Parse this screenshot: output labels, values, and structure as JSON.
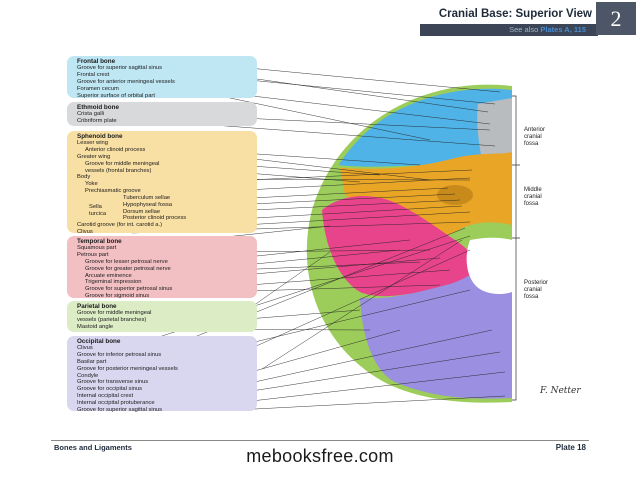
{
  "header": {
    "title": "Cranial Base: Superior View",
    "see_also_prefix": "See also",
    "see_also_plates": "Plates A, 115",
    "chapter_number": "2"
  },
  "groups": {
    "frontal": {
      "title": "Frontal bone",
      "items": [
        "Groove for superior sagittal sinus",
        "Frontal crest",
        "Groove for anterior meningeal vessels",
        "Foramen cecum",
        "Superior surface of orbital part"
      ]
    },
    "ethmoid": {
      "title": "Ethmoid bone",
      "items": [
        "Crista galli",
        "Cribriform plate"
      ]
    },
    "sphenoid": {
      "title": "Sphenoid bone",
      "items": [
        "Lesser wing",
        "Anterior clinoid process",
        "Greater wing",
        "Groove for middle meningeal",
        "vessels (frontal branches)",
        "Body",
        "Yoke",
        "Prechiasmatic groove"
      ],
      "sella_label": [
        "Sella",
        "turcica"
      ],
      "sella_items": [
        "Tuberculum sellae",
        "Hypophyseal fossa",
        "Dorsum sellae",
        "Posterior clinoid process"
      ],
      "tail_items": [
        "Carotid groove (for int. carotid a.)",
        "Clivus"
      ]
    },
    "temporal": {
      "title": "Temporal bone",
      "items": [
        "Squamous part",
        "Petrous part",
        "Groove for lesser petrosal nerve",
        "Groove for greater petrosal nerve",
        "Arcuate eminence",
        "Trigeminal impression",
        "Groove for superior petrosal sinus",
        "Groove for sigmoid sinus"
      ]
    },
    "parietal": {
      "title": "Parietal bone",
      "items": [
        "Groove for middle meningeal",
        "vessels (parietal branches)",
        "Mastoid angle"
      ]
    },
    "occipital": {
      "title": "Occipital bone",
      "items": [
        "Clivus",
        "Groove for inferior petrosal sinus",
        "Basilar part",
        "Groove for posterior meningeal vessels",
        "Condyle",
        "Groove for transverse sinus",
        "Groove for occipital sinus",
        "Internal occipital crest",
        "Internal occipital protuberance",
        "Groove for superior sagittal sinus"
      ]
    }
  },
  "fossae": {
    "anterior": [
      "Anterior",
      "cranial",
      "fossa"
    ],
    "middle": [
      "Middle",
      "cranial",
      "fossa"
    ],
    "posterior": [
      "Posterior",
      "cranial",
      "fossa"
    ]
  },
  "signature": "F. Netter",
  "footer": {
    "left": "Bones and Ligaments",
    "right": "Plate 18",
    "watermark": "mebooksfree.com"
  },
  "colors": {
    "frontal": "#4fb3e8",
    "ethmoid": "#b9bcbf",
    "sphenoid": "#e9a626",
    "temporal": "#e8448c",
    "parietal": "#9ccc5a",
    "occipital": "#9a8fe0"
  }
}
